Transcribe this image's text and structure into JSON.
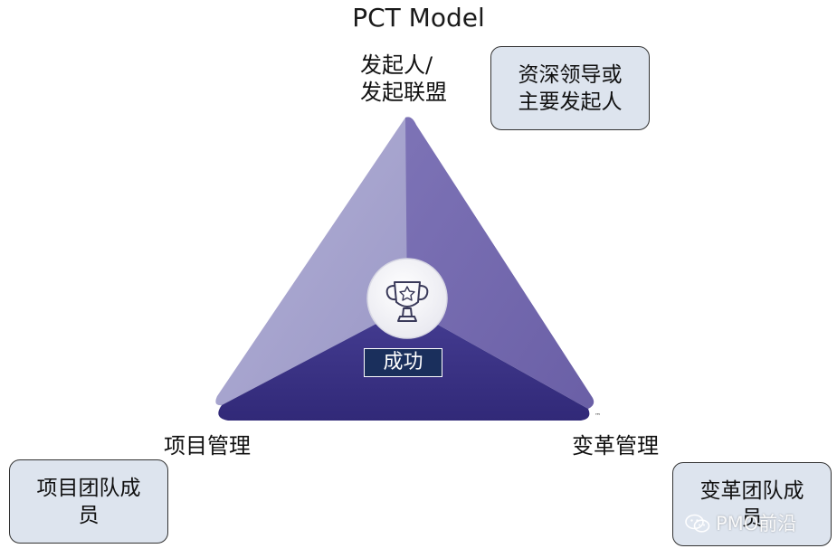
{
  "title": "PCT Model",
  "vertices": {
    "top": {
      "line1": "发起人/",
      "line2": "发起联盟"
    },
    "left": "项目管理",
    "right": "变革管理"
  },
  "center": {
    "label": "成功",
    "icon": "trophy-icon"
  },
  "role_boxes": {
    "sponsor": {
      "line1": "资深领导或",
      "line2": "主要发起人"
    },
    "project": {
      "line1": "项目团队成",
      "line2": "员"
    },
    "change": {
      "line1": "变革团队成",
      "line2": "员"
    }
  },
  "trademark": "™",
  "watermark": "PMO前沿",
  "colors": {
    "face_left": "#a5a3cc",
    "face_right": "#7468ad",
    "face_bottom": "#3a3283",
    "box_fill": "#dde4ee",
    "center_label_bg": "#1a2f5c"
  }
}
